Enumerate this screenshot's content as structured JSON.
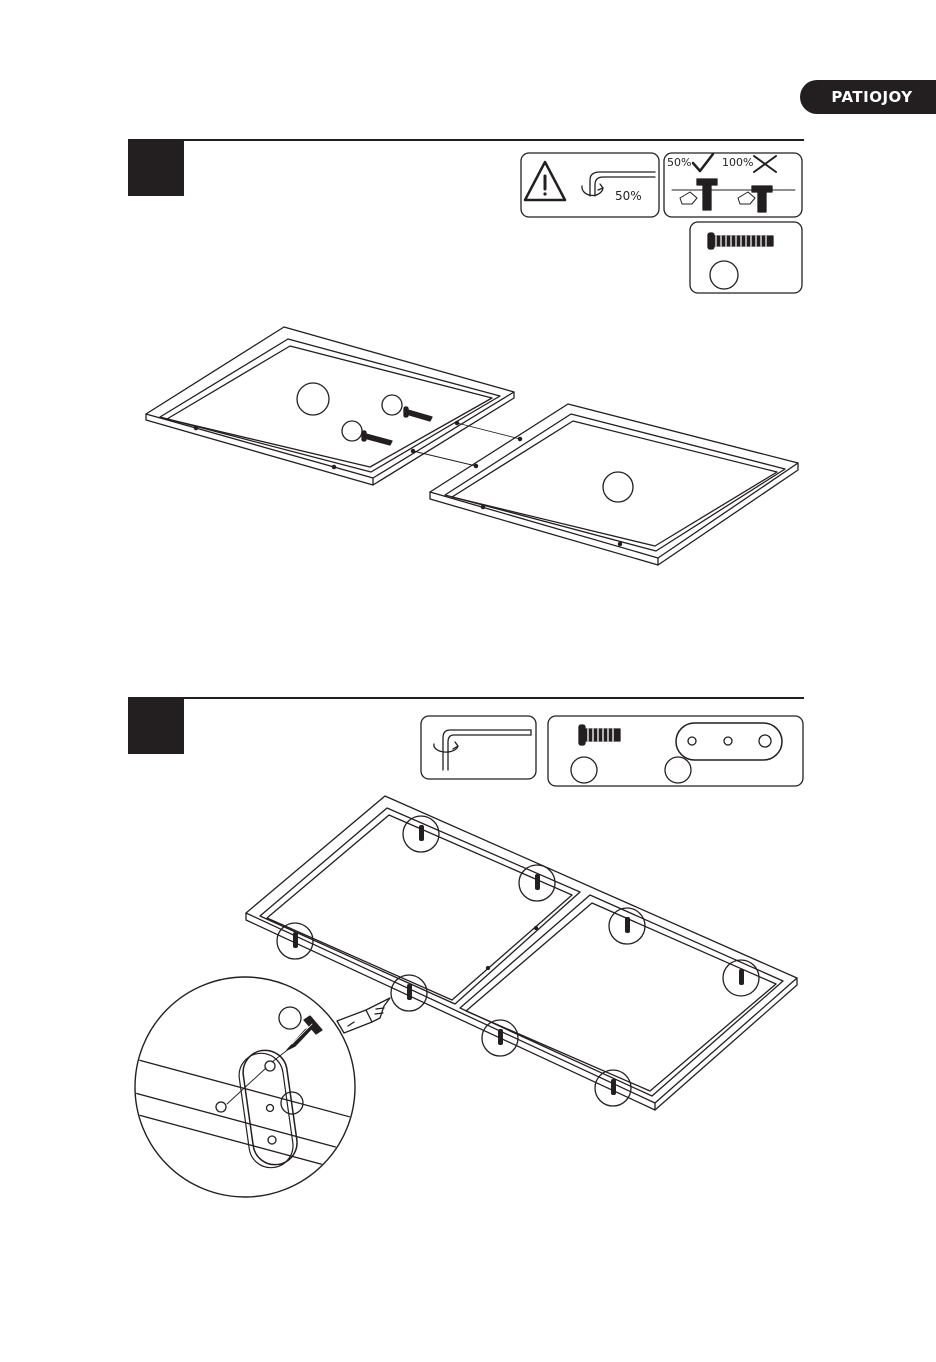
{
  "brand": {
    "logo_text": "PATIOJOY"
  },
  "step1": {
    "warning_panel": {
      "icon": "warning-triangle-icon",
      "torque_percent": "50%"
    },
    "tighten_panel": {
      "ok_percent": "50%",
      "bad_percent": "100%"
    },
    "parts": {
      "item": "bolt-icon"
    }
  },
  "step2": {
    "tool": "allen-key-icon",
    "parts": {
      "items": [
        "bolt-icon",
        "connecting-plate-icon"
      ]
    }
  },
  "colors": {
    "ink": "#231f20",
    "paper": "#ffffff"
  }
}
